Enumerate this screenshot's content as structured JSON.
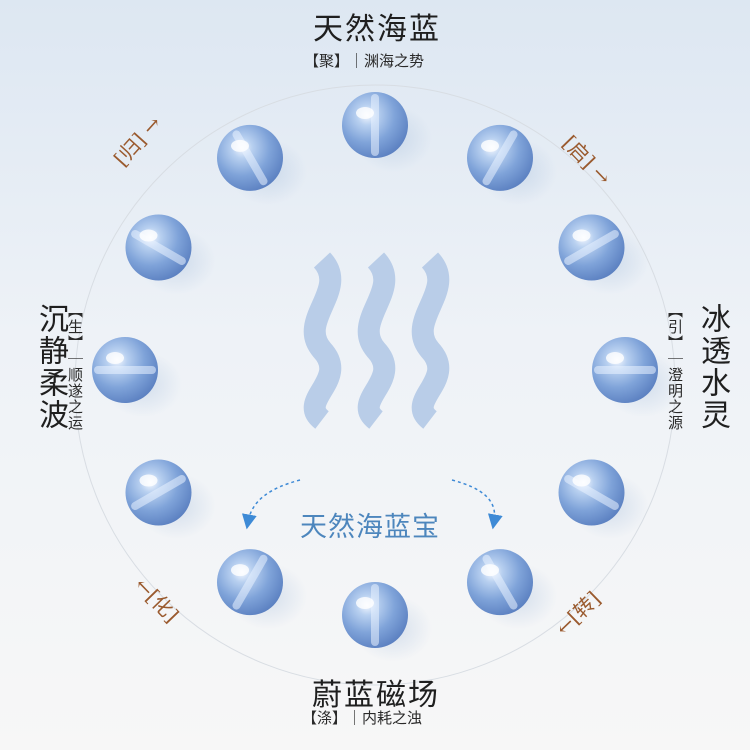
{
  "top": {
    "title": "天然海蓝",
    "subtitle": "【聚】｜渊海之势"
  },
  "bottom": {
    "title": "蔚蓝磁场",
    "subtitle": "【涤】｜内耗之浊"
  },
  "left": {
    "title": "沉静柔波",
    "subtitle": "【生】｜顺遂之运"
  },
  "right": {
    "title": "冰透水灵",
    "subtitle": "【引】｜澄明之源"
  },
  "center": {
    "label": "天然海蓝宝"
  },
  "direction_marks": {
    "top_left": "[归] →",
    "top_right": "[启] →",
    "bottom_left": "←[化]",
    "bottom_right": "←[转]"
  },
  "beads": {
    "count": 12,
    "color": "#7fa8dc"
  },
  "waves": {
    "count": 3,
    "color": "#b9cde8"
  }
}
